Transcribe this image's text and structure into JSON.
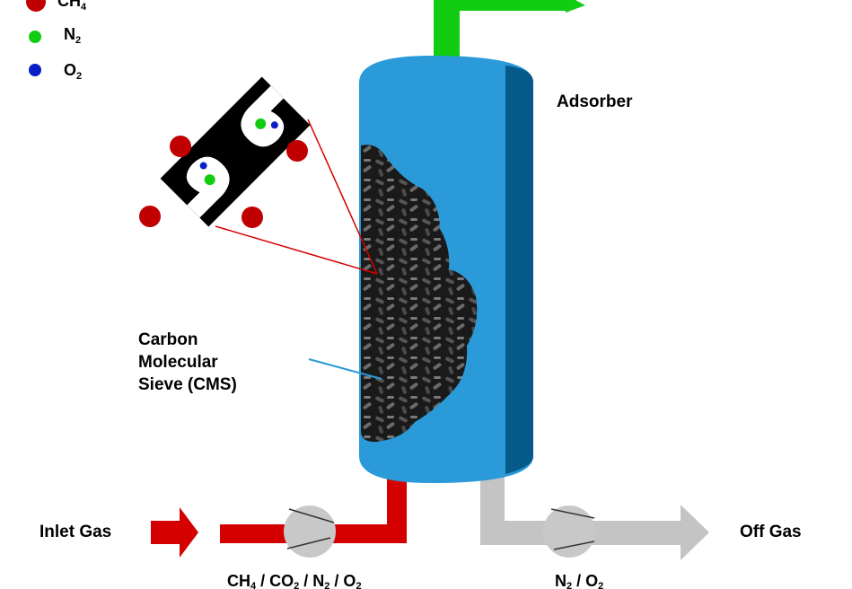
{
  "legend": {
    "items": [
      {
        "base": "CH",
        "sub": "4",
        "color": "#c00000"
      },
      {
        "base": "N",
        "sub": "2",
        "color": "#11cc11"
      },
      {
        "base": "O",
        "sub": "2",
        "color": "#0a1ec8"
      }
    ]
  },
  "labels": {
    "adsorber": "Adsorber",
    "cms_line1": "Carbon",
    "cms_line2": "Molecular",
    "cms_line3": "Sieve (CMS)",
    "inlet_gas": "Inlet Gas",
    "off_gas": "Off Gas"
  },
  "inlet_composition": {
    "parts": [
      {
        "base": "CH",
        "sub": "4",
        "sep": " / "
      },
      {
        "base": "CO",
        "sub": "2",
        "sep": " / "
      },
      {
        "base": "N",
        "sub": "2",
        "sep": " / "
      },
      {
        "base": "O",
        "sub": "2",
        "sep": ""
      }
    ]
  },
  "off_composition": {
    "parts": [
      {
        "base": "N",
        "sub": "2",
        "sep": " / "
      },
      {
        "base": "O",
        "sub": "2",
        "sep": ""
      }
    ]
  },
  "colors": {
    "vessel": "#2a9ad8",
    "vessel_dark": "#065a8a",
    "inlet_pipe": "#d40000",
    "off_pipe": "#c4c4c4",
    "product_pipe": "#11cc11",
    "cms_pointer": "#2a9ad8",
    "magnifier": "#d40000"
  }
}
